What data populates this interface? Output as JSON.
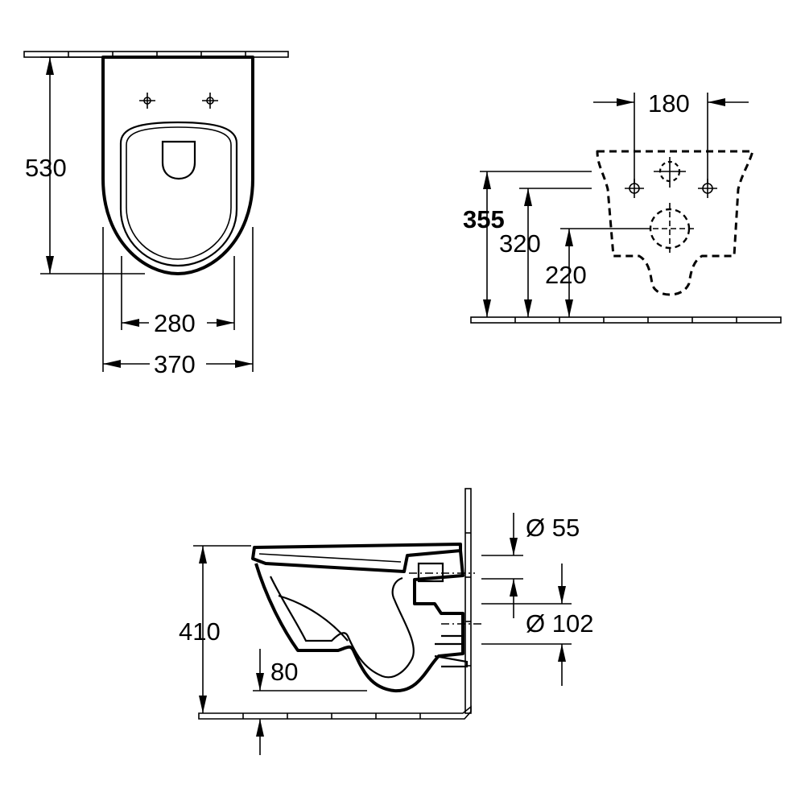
{
  "top_view": {
    "depth": "530",
    "fixing_distance": "280",
    "width": "370"
  },
  "rear_view": {
    "fixing_spacing": "180",
    "inlet_height": "355",
    "fixing_height": "320",
    "outlet_height": "220"
  },
  "side_view": {
    "height": "410",
    "inlet_diameter": "Ø 55",
    "outlet_diameter": "Ø 102",
    "seat_clearance": "80"
  }
}
